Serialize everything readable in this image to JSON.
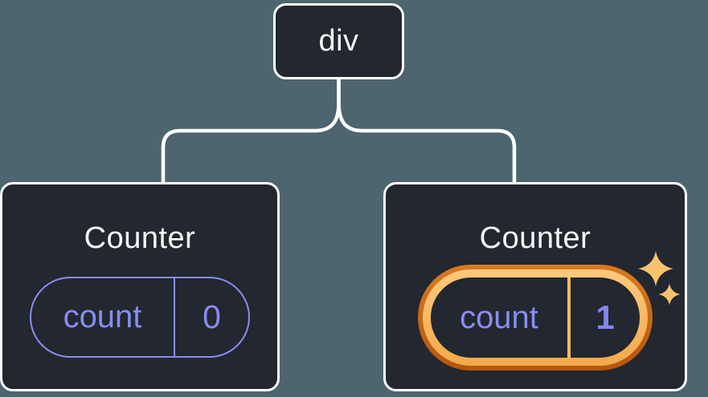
{
  "diagram": {
    "description": "React component tree: a div parent with two Counter children; second Counter state is highlighted",
    "root": {
      "label": "div"
    },
    "children": [
      {
        "title": "Counter",
        "state": {
          "label": "count",
          "value": "0"
        },
        "highlighted": false
      },
      {
        "title": "Counter",
        "state": {
          "label": "count",
          "value": "1"
        },
        "highlighted": true
      }
    ]
  },
  "colors": {
    "page_background": "#4d656e",
    "card_background": "#23272f",
    "card_border": "#ffffff",
    "connector_line": "#ffffff",
    "state_accent_purple": "#878df0",
    "highlight_ring_dark_orange": "#b5550e",
    "highlight_ring_light_amber": "#f9bc62",
    "sparkle": "#f9c36c",
    "text_primary": "#f6f7f9"
  }
}
